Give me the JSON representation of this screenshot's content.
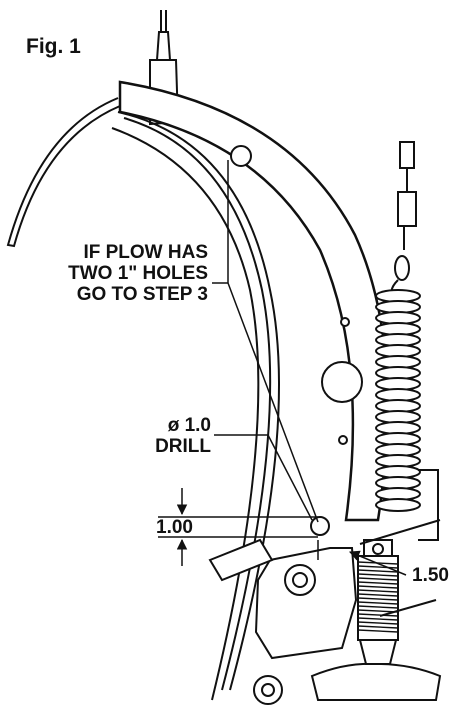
{
  "figure_label": "Fig. 1",
  "callouts": {
    "holes_note": [
      "IF PLOW HAS",
      "TWO 1\" HOLES",
      "GO TO STEP 3"
    ],
    "drill_size": "ø 1.0",
    "drill_label": "DRILL"
  },
  "dimensions": {
    "vertical_offset": "1.00",
    "horizontal_offset": "1.50"
  },
  "colors": {
    "ink": "#111111",
    "paper": "#ffffff"
  }
}
